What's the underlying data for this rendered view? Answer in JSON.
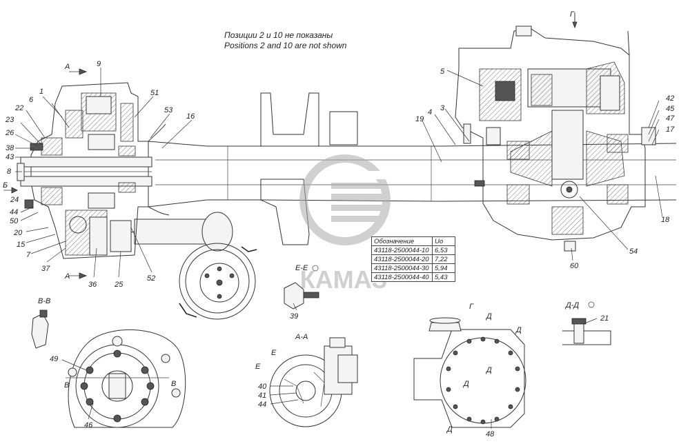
{
  "note": {
    "line_ru": "Позиции 2 и 10 не показаны",
    "line_en": "Positions 2 and 10 are not shown"
  },
  "logo": {
    "text": "КАМАЗ",
    "color": "#b8b8b8"
  },
  "table": {
    "header_col1": "Обозначение",
    "header_col2": "Uo",
    "rows": [
      {
        "designation": "43118-2500044-10",
        "ratio": "6,53"
      },
      {
        "designation": "43118-2500044-20",
        "ratio": "7,22"
      },
      {
        "designation": "43118-2500044-30",
        "ratio": "5,94"
      },
      {
        "designation": "43118-2500044-40",
        "ratio": "5,43"
      }
    ]
  },
  "section_marks": {
    "g_top": "Г",
    "a_top": "А",
    "a_bottom": "А",
    "b_left": "Б",
    "ee": "Е-Е",
    "vv": "В-В",
    "aa": "А-А",
    "g_view": "Г",
    "dd": "Д-Д",
    "d1": "Д",
    "d2": "Д",
    "d3": "Д",
    "d4": "Д",
    "d5": "Д",
    "e1": "Е",
    "e2": "Е",
    "v1": "В",
    "v2": "В"
  },
  "callouts": {
    "p1": "1",
    "p3": "3",
    "p4": "4",
    "p5": "5",
    "p6": "6",
    "p7": "7",
    "p8": "8",
    "p9": "9",
    "p15": "15",
    "p16": "16",
    "p17": "17",
    "p18": "18",
    "p19": "19",
    "p20": "20",
    "p21": "21",
    "p22": "22",
    "p23": "23",
    "p24": "24",
    "p25": "25",
    "p26": "26",
    "p36": "36",
    "p37": "37",
    "p38": "38",
    "p39": "39",
    "p40": "40",
    "p41": "41",
    "p42": "42",
    "p43": "43",
    "p44": "44",
    "p44b": "44",
    "p45": "45",
    "p46": "46",
    "p47": "47",
    "p48": "48",
    "p49": "49",
    "p50": "50",
    "p51": "51",
    "p52": "52",
    "p53": "53",
    "p54": "54",
    "p60": "60"
  }
}
